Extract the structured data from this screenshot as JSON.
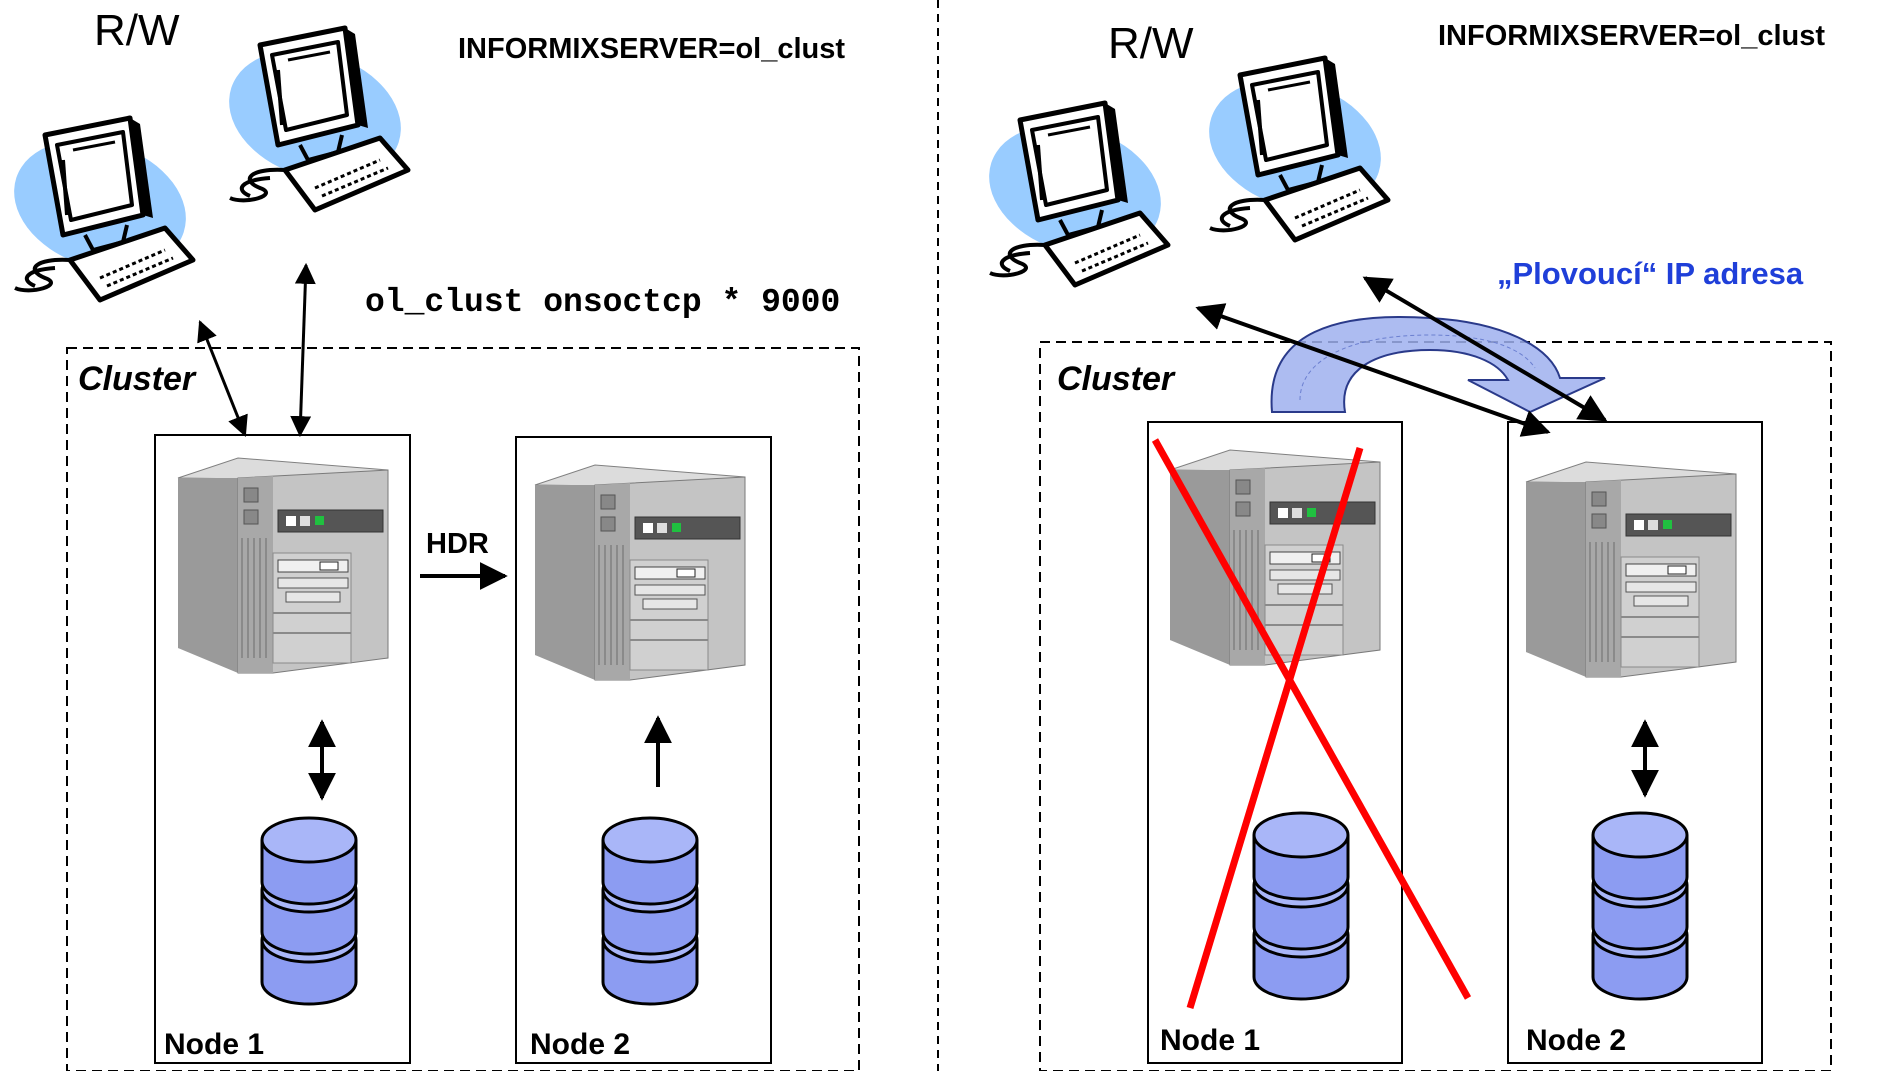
{
  "colors": {
    "monitor_glow": "#99ccff",
    "disk_fill": "#8c9cf2",
    "arc_fill": "#9fb0ee",
    "cross": "#ff0000",
    "floating_ip_text": "#1f3fd9"
  },
  "left": {
    "rw_label": "R/W",
    "env_label": "INFORMIXSERVER=ol_clust",
    "sqlhosts": "ol_clust onsoctcp * 9000",
    "cluster_label": "Cluster",
    "replication_label": "HDR",
    "node1_label": "Node 1",
    "node2_label": "Node 2"
  },
  "right": {
    "rw_label": "R/W",
    "env_label": "INFORMIXSERVER=ol_clust",
    "floating_ip_label": "„Plovoucí“ IP adresa",
    "cluster_label": "Cluster",
    "node1_label": "Node 1",
    "node2_label": "Node 2"
  },
  "icons": {
    "client_workstation": "client-workstation-icon",
    "server_tower": "server-tower-icon",
    "disk_stack": "disk-stack-icon",
    "failure_cross": "failure-cross-icon",
    "floating_arc": "floating-ip-arc-icon"
  }
}
